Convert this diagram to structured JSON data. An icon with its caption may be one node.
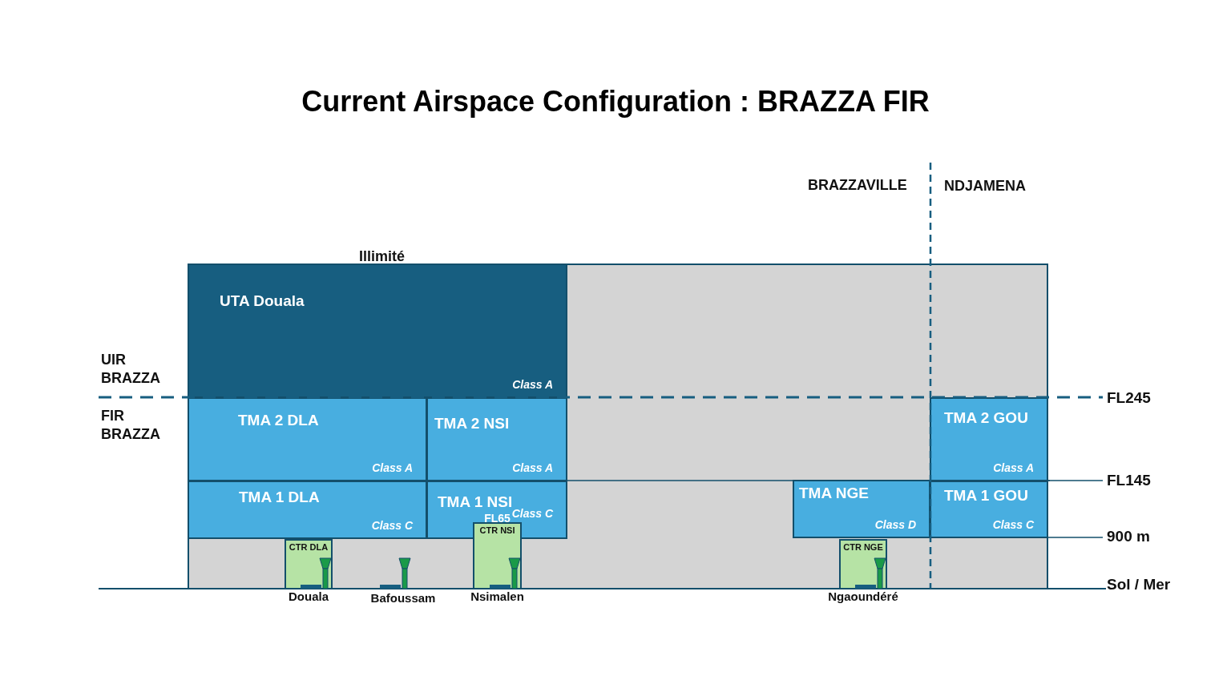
{
  "diagram": {
    "title": "Current Airspace Configuration : BRAZZA FIR",
    "nodes": [
      {
        "text": [],
        "shape": "box"
      },
      {
        "text": [
          "UTA Douala",
          "Class A"
        ],
        "in": 0,
        "beside": [
          "Illimité"
        ]
      },
      {
        "text": [
          "TMA 2 DLA",
          "Class A"
        ],
        "in": 0
      },
      {
        "text": [
          "TMA 2 NSI",
          "Class A"
        ],
        "in": 0
      },
      {
        "text": [
          "TMA 2 GOU",
          "Class A"
        ],
        "in": 0
      },
      {
        "text": [
          "TMA 1 DLA",
          "Class C"
        ],
        "in": 0
      },
      {
        "text": [
          "TMA 1 NSI",
          "Class C"
        ],
        "in": 0
      },
      {
        "text": [
          "TMA NGE",
          "Class D"
        ],
        "in": 0
      },
      {
        "text": [
          "TMA 1 GOU",
          "Class C"
        ],
        "in": 0
      },
      {
        "text": [
          "CTR DLA"
        ],
        "in": 0,
        "beside": [
          "Douala"
        ]
      },
      {
        "text": [
          "CTR NSI"
        ],
        "in": 0,
        "beside": [
          "FL65",
          "Nsimalen"
        ]
      },
      {
        "text": [
          "CTR NGE"
        ],
        "in": 0,
        "beside": [
          "Ngaoundéré"
        ]
      }
    ],
    "labels": [
      "BRAZZAVILLE",
      "NDJAMENA",
      "UIR BRAZZA",
      "FIR BRAZZA",
      "FL245",
      "FL145",
      "900 m",
      "Sol / Mer",
      "Bafoussam"
    ]
  }
}
